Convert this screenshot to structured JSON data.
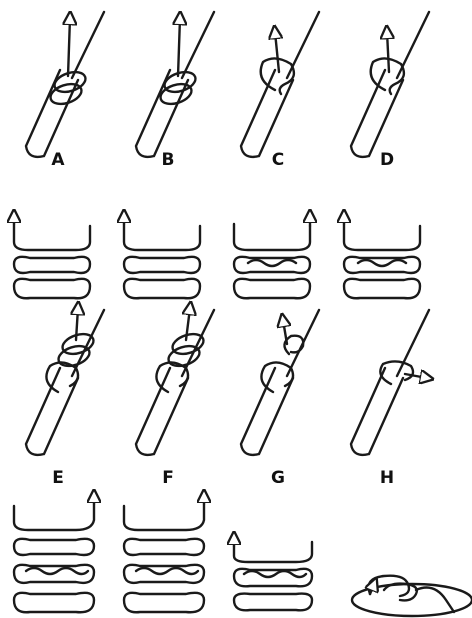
{
  "figure": {
    "labels": [
      "A",
      "B",
      "C",
      "D",
      "E",
      "F",
      "G",
      "H"
    ],
    "colors": {
      "stroke": "#1a1a1a",
      "background": "#ffffff"
    }
  }
}
